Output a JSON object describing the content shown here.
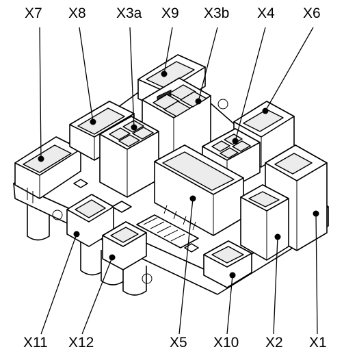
{
  "callouts": {
    "x7": "X7",
    "x8": "X8",
    "x3a": "X3a",
    "x9": "X9",
    "x3b": "X3b",
    "x4": "X4",
    "x6": "X6",
    "x11": "X11",
    "x12": "X12",
    "x5": "X5",
    "x10": "X10",
    "x2": "X2",
    "x1": "X1"
  }
}
